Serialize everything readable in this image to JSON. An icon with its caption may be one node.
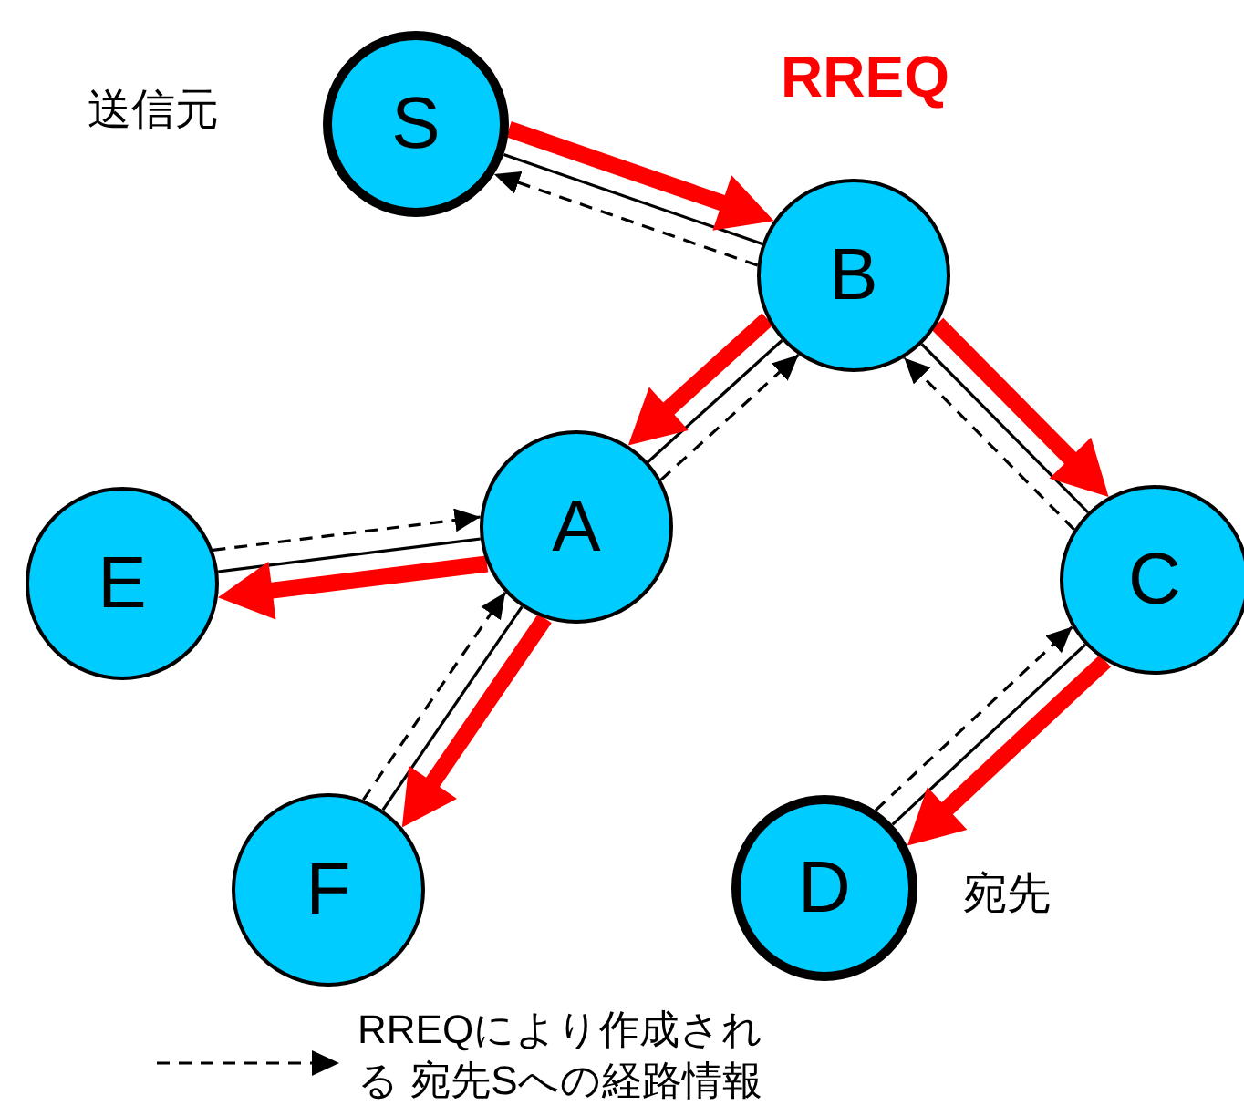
{
  "diagram": {
    "nodes": [
      {
        "text": [
          "S"
        ],
        "beside": [
          "送信元"
        ]
      },
      {
        "text": [
          "B"
        ]
      },
      {
        "text": [
          "A"
        ]
      },
      {
        "text": [
          "C"
        ]
      },
      {
        "text": [
          "E"
        ]
      },
      {
        "text": [
          "F"
        ]
      },
      {
        "text": [
          "D"
        ],
        "beside": [
          "宛先"
        ]
      }
    ],
    "edges": [
      {
        "from": 0,
        "to": 1,
        "arrow": "none"
      },
      {
        "from": 0,
        "to": 1,
        "arrow": "to",
        "style": "thick",
        "color": "#ff0000"
      },
      {
        "from": 1,
        "to": 0,
        "arrow": "to",
        "style": "dashed"
      },
      {
        "from": 1,
        "to": 2,
        "arrow": "none"
      },
      {
        "from": 1,
        "to": 2,
        "arrow": "to",
        "style": "thick",
        "color": "#ff0000"
      },
      {
        "from": 2,
        "to": 1,
        "arrow": "to",
        "style": "dashed"
      },
      {
        "from": 1,
        "to": 3,
        "arrow": "none"
      },
      {
        "from": 1,
        "to": 3,
        "arrow": "to",
        "style": "thick",
        "color": "#ff0000"
      },
      {
        "from": 3,
        "to": 1,
        "arrow": "to",
        "style": "dashed"
      },
      {
        "from": 2,
        "to": 4,
        "arrow": "none"
      },
      {
        "from": 2,
        "to": 4,
        "arrow": "to",
        "style": "thick",
        "color": "#ff0000"
      },
      {
        "from": 4,
        "to": 2,
        "arrow": "to",
        "style": "dashed"
      },
      {
        "from": 2,
        "to": 5,
        "arrow": "none"
      },
      {
        "from": 2,
        "to": 5,
        "arrow": "to",
        "style": "thick",
        "color": "#ff0000"
      },
      {
        "from": 5,
        "to": 2,
        "arrow": "to",
        "style": "dashed"
      },
      {
        "from": 3,
        "to": 6,
        "arrow": "none"
      },
      {
        "from": 3,
        "to": 6,
        "arrow": "to",
        "style": "thick",
        "color": "#ff0000"
      },
      {
        "from": 6,
        "to": 3,
        "arrow": "to",
        "style": "dashed"
      }
    ],
    "labels": [
      "RREQ"
    ],
    "legend": [
      {
        "text": "RREQにより作成される 宛先Sへの経路情報"
      }
    ]
  }
}
